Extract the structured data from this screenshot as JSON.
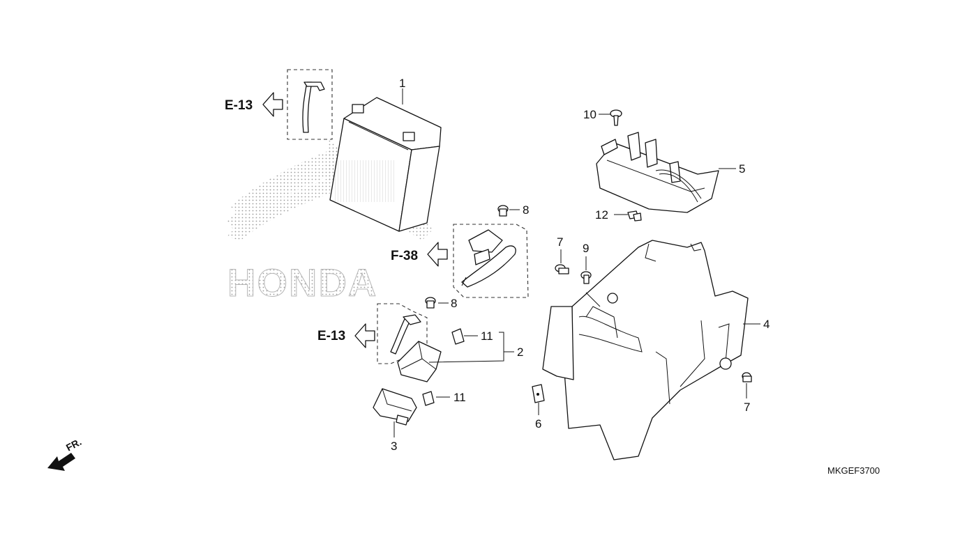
{
  "diagram": {
    "drawing_code": "MKGEF3700",
    "brand_watermark": "HONDA",
    "direction_label": "FR.",
    "part_labels": [
      {
        "id": "p1",
        "text": "1"
      },
      {
        "id": "p2",
        "text": "2"
      },
      {
        "id": "p3",
        "text": "3"
      },
      {
        "id": "p4",
        "text": "4"
      },
      {
        "id": "p5",
        "text": "5"
      },
      {
        "id": "p6",
        "text": "6"
      },
      {
        "id": "p7a",
        "text": "7"
      },
      {
        "id": "p7b",
        "text": "7"
      },
      {
        "id": "p8a",
        "text": "8"
      },
      {
        "id": "p8b",
        "text": "8"
      },
      {
        "id": "p9",
        "text": "9"
      },
      {
        "id": "p10",
        "text": "10"
      },
      {
        "id": "p11a",
        "text": "11"
      },
      {
        "id": "p11b",
        "text": "11"
      },
      {
        "id": "p12",
        "text": "12"
      }
    ],
    "references": [
      {
        "id": "ref_e13_top",
        "text": "E-13"
      },
      {
        "id": "ref_f38",
        "text": "F-38"
      },
      {
        "id": "ref_e13_bottom",
        "text": "E-13"
      }
    ]
  }
}
